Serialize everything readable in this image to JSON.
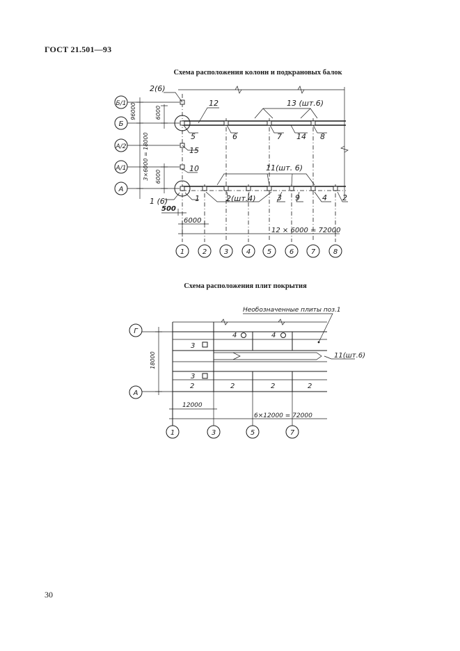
{
  "header": {
    "standard": "ГОСТ 21.501—93"
  },
  "page": {
    "number": "30"
  },
  "scheme1": {
    "caption": "Схема расположения колонн и подкрановых балок",
    "axes_rows": [
      "Б/1",
      "Б",
      "А/2",
      "А/1",
      "А"
    ],
    "axes_cols": [
      "1",
      "2",
      "3",
      "4",
      "5",
      "6",
      "7",
      "8"
    ],
    "dim_b1": "96000",
    "dim_b1_6000": "6000",
    "dim_vert_total": "3×6000 = 18000",
    "dim_a_6000": "6000",
    "dim_500": "500",
    "dim_col_6000": "6000",
    "dim_total": "12 × 6000 = 72000",
    "labels": {
      "l_2_6": "2(6)",
      "l_12": "12",
      "l_13": "13 (шт.6)",
      "l_5": "5",
      "l_6": "6",
      "l_7": "7",
      "l_14": "14",
      "l_8": "8",
      "l_15": "15",
      "l_10": "10",
      "l_11": "11(шт. 6)",
      "l_1_6": "1 (6)",
      "l_1": "1",
      "l_2sht4": "2(шт.4)",
      "l_3": "3",
      "l_9": "9",
      "l_4": "4",
      "l_2": "2"
    }
  },
  "scheme2": {
    "caption": "Схема расположения плит покрытия",
    "axes_rows": [
      "Г",
      "А"
    ],
    "axes_cols": [
      "1",
      "3",
      "5",
      "7"
    ],
    "note": "Необозначенные плиты поз.1",
    "label_11": "11(шт.6)",
    "dim_18000": "18000",
    "dim_12000": "12000",
    "dim_total": "6×12000 = 72000",
    "cells": {
      "r1_c2": "4",
      "r1_c3": "4",
      "r2_c1": "3",
      "r5_c1": "3",
      "r6_c1": "2",
      "r6_c2": "2",
      "r6_c3": "2",
      "r6_c4": "2"
    }
  }
}
